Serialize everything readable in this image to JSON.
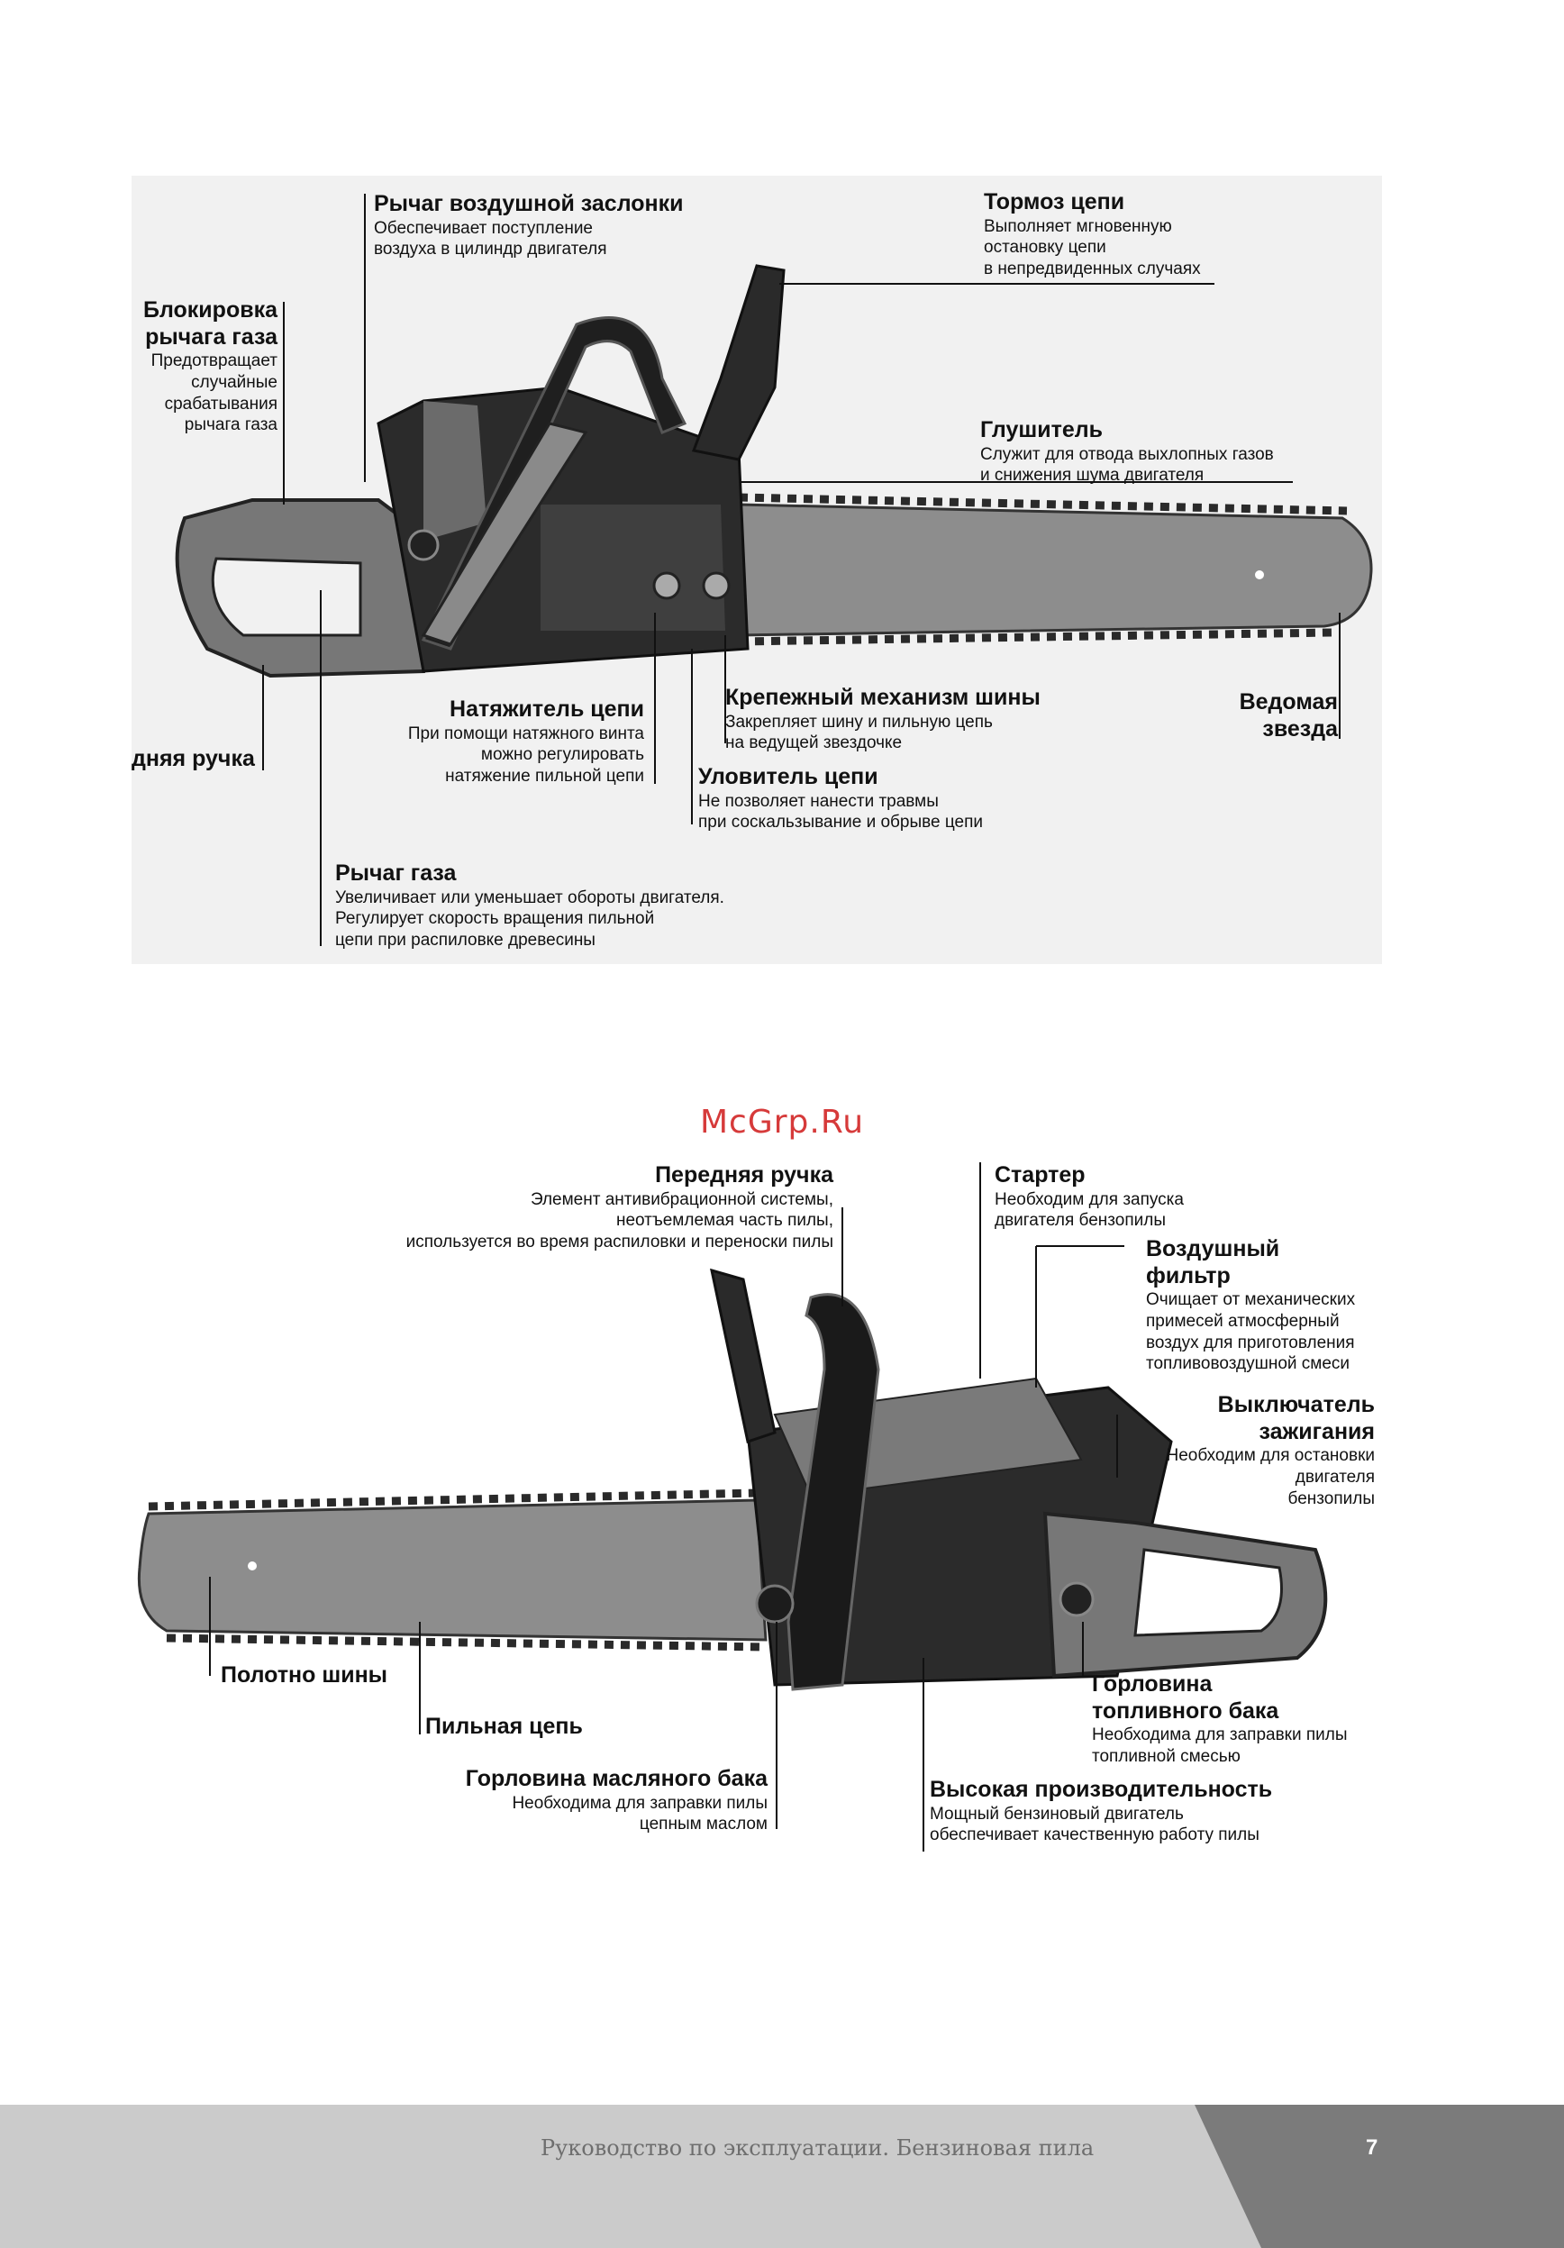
{
  "watermark": "McGrp.Ru",
  "top_labels": {
    "choke": {
      "title": "Рычаг воздушной заслонки",
      "desc1": "Обеспечивает поступление",
      "desc2": "воздуха в цилиндр двигателя"
    },
    "brake": {
      "title": "Тормоз цепи",
      "desc1": "Выполняет мгновенную",
      "desc2": "остановку цепи",
      "desc3": "в непредвиденных случаях"
    },
    "lock": {
      "title1": "Блокировка",
      "title2": "рычага газа",
      "desc1": "Предотвращает",
      "desc2": "случайные",
      "desc3": "срабатывания",
      "desc4": "рычага газа"
    },
    "muffler": {
      "title": "Глушитель",
      "desc1": "Служит для отвода выхлопных газов",
      "desc2": "и снижения шума двигателя"
    },
    "rear_handle": {
      "title": "дняя ручка"
    },
    "tensioner": {
      "title": "Натяжитель цепи",
      "desc1": "При помощи натяжного винта",
      "desc2": "можно регулировать",
      "desc3": "натяжение пильной цепи"
    },
    "bar_mount": {
      "title": "Крепежный механизм шины",
      "desc1": "Закрепляет шину и пильную цепь",
      "desc2": "на ведущей звездочке"
    },
    "sprocket": {
      "title1": "Ведомая",
      "title2": "звезда"
    },
    "catcher": {
      "title": "Уловитель цепи",
      "desc1": "Не позволяет нанести травмы",
      "desc2": "при соскальзывание и обрыве цепи"
    },
    "throttle": {
      "title": "Рычаг газа",
      "desc1": "Увеличивает или уменьшает обороты двигателя.",
      "desc2": "Регулирует скорость вращения пильной",
      "desc3": "цепи при распиловке древесины"
    }
  },
  "bottom_labels": {
    "front_handle": {
      "title": "Передняя ручка",
      "desc1": "Элемент антивибрационной системы,",
      "desc2": "неотъемлемая часть пилы,",
      "desc3": "используется во время распиловки и переноски пилы"
    },
    "starter": {
      "title": "Стартер",
      "desc1": "Необходим для запуска",
      "desc2": "двигателя бензопилы"
    },
    "air_filter": {
      "title1": "Воздушный",
      "title2": "фильтр",
      "desc1": "Очищает от механических",
      "desc2": "примесей атмосферный",
      "desc3": "воздух для приготовления",
      "desc4": "топливовоздушной смеси"
    },
    "ignition": {
      "title1": "Выключатель",
      "title2": "зажигания",
      "desc1": "Необходим для остановки",
      "desc2": "двигателя",
      "desc3": "бензопилы"
    },
    "bar": {
      "title": "Полотно шины"
    },
    "chain": {
      "title": "Пильная цепь"
    },
    "fuel_neck": {
      "title1": "Горловина",
      "title2": "топливного бака",
      "desc1": "Необходима для заправки пилы",
      "desc2": "топливной смесью"
    },
    "oil_neck": {
      "title": "Горловина масляного бака",
      "desc1": "Необходима для заправки пилы",
      "desc2": "цепным маслом"
    },
    "performance": {
      "title": "Высокая производительность",
      "desc1": "Мощный бензиновый двигатель",
      "desc2": "обеспечивает качественную работу пилы"
    }
  },
  "footer": {
    "title": "Руководство по эксплуатации. Бензиновая пила",
    "page": "7"
  }
}
